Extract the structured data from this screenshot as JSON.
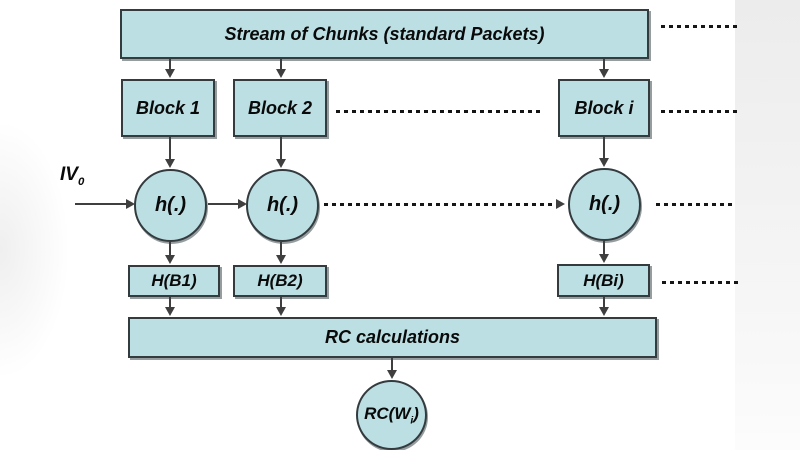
{
  "diagram": {
    "stream_box_label": "Stream of Chunks (standard Packets)",
    "iv_label": {
      "base": "IV",
      "sub": "0"
    },
    "blocks": [
      {
        "label": "Block 1"
      },
      {
        "label": "Block 2"
      },
      {
        "label": "Block i"
      }
    ],
    "hash_nodes": [
      {
        "label": "h(.)"
      },
      {
        "label": "h(.)"
      },
      {
        "label": "h(.)"
      }
    ],
    "hash_outputs": [
      {
        "label": "H(B1)"
      },
      {
        "label": "H(B2)"
      },
      {
        "label": "H(Bi)"
      }
    ],
    "rc_box_label": "RC calculations",
    "rc_output": {
      "base": "RC(W",
      "sub": "i",
      "close": ")"
    },
    "colors": {
      "node_fill": "#bcdfe4",
      "node_border": "#333b3e",
      "line": "#3f3f3f",
      "dot": "#161616",
      "shadow": "#959d9f"
    }
  }
}
